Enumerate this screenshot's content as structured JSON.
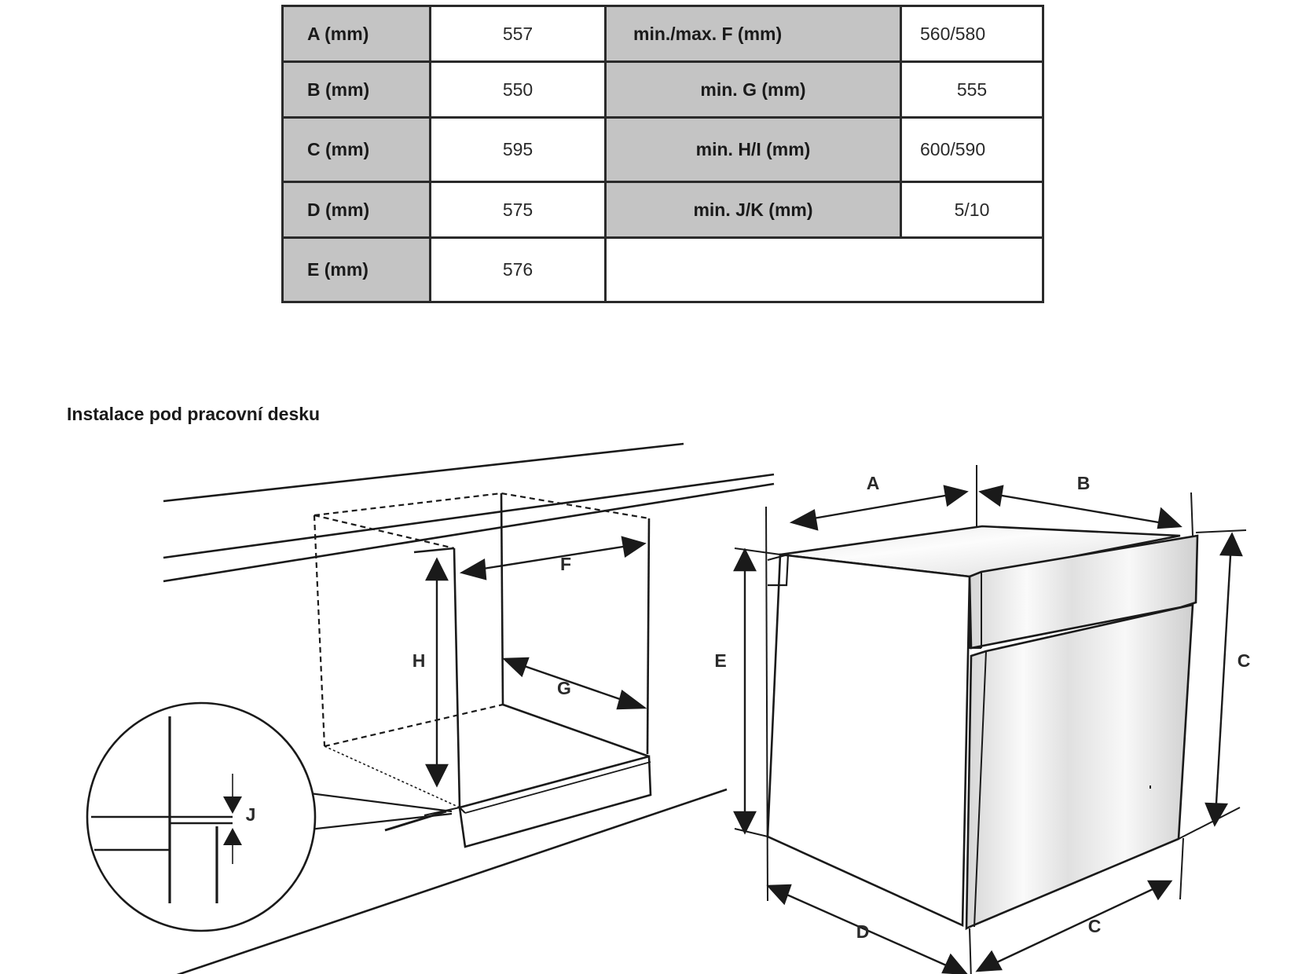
{
  "table": {
    "rows": [
      {
        "label": "A (mm)",
        "value": "557",
        "label2": "min./max. F (mm)",
        "value2": "560/580"
      },
      {
        "label": "B (mm)",
        "value": "550",
        "label2": "min. G (mm)",
        "value2": "555"
      },
      {
        "label": "C (mm)",
        "value": "595",
        "label2": "min. H/I (mm)",
        "value2": "600/590"
      },
      {
        "label": "D (mm)",
        "value": "575",
        "label2": "min. J/K (mm)",
        "value2": "5/10"
      },
      {
        "label": "E (mm)",
        "value": "576"
      }
    ]
  },
  "section_title": "Instalace pod pracovní desku",
  "diagram": {
    "labels": {
      "A": "A",
      "B": "B",
      "C_right": "C",
      "C_bottom": "C",
      "D": "D",
      "E": "E",
      "F": "F",
      "G": "G",
      "H": "H",
      "J": "J"
    }
  }
}
